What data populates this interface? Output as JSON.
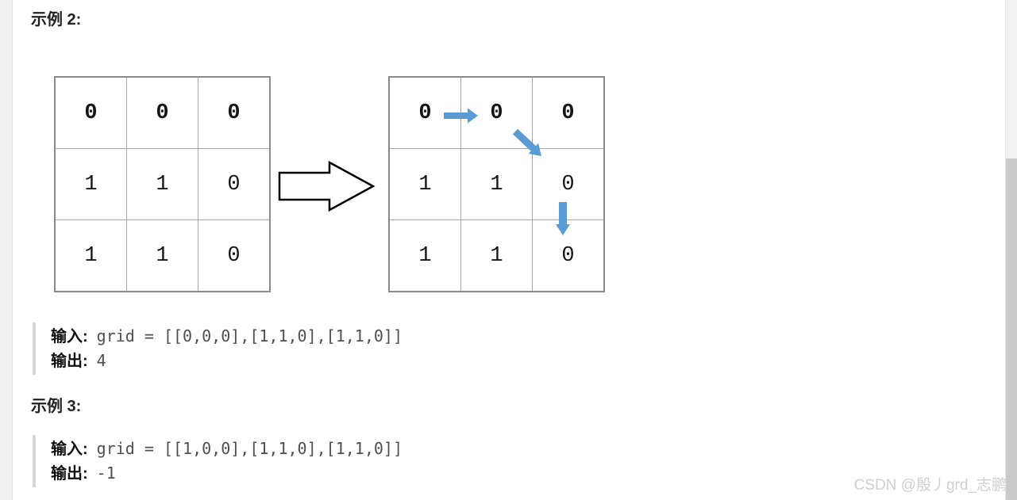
{
  "page": {
    "example2_heading": "示例 2:",
    "example3_heading": "示例 3:",
    "watermark": "CSDN @殷丿grd_志鹏"
  },
  "figure": {
    "left_grid": {
      "rows": [
        [
          "0",
          "0",
          "0"
        ],
        [
          "1",
          "1",
          "0"
        ],
        [
          "1",
          "1",
          "0"
        ]
      ]
    },
    "right_grid": {
      "rows": [
        [
          "0",
          "0",
          "0"
        ],
        [
          "1",
          "1",
          "0"
        ],
        [
          "1",
          "1",
          "0"
        ]
      ]
    },
    "arrow_color": "#5b9bd5",
    "path_steps": [
      "right",
      "down-right",
      "down"
    ]
  },
  "example2": {
    "input_label": "输入:",
    "input_value": "grid = [[0,0,0],[1,1,0],[1,1,0]]",
    "output_label": "输出:",
    "output_value": "4"
  },
  "example3": {
    "input_label": "输入:",
    "input_value": "grid = [[1,0,0],[1,1,0],[1,1,0]]",
    "output_label": "输出:",
    "output_value": "-1"
  },
  "colors": {
    "page_background": "#f0f0f0",
    "content_background": "#ffffff",
    "grid_border": "#8a8a8a",
    "path_arrow_blue": "#5b9bd5",
    "watermark_gray": "#cfcfcf",
    "scrollbar_thumb": "#c9c9c9"
  }
}
